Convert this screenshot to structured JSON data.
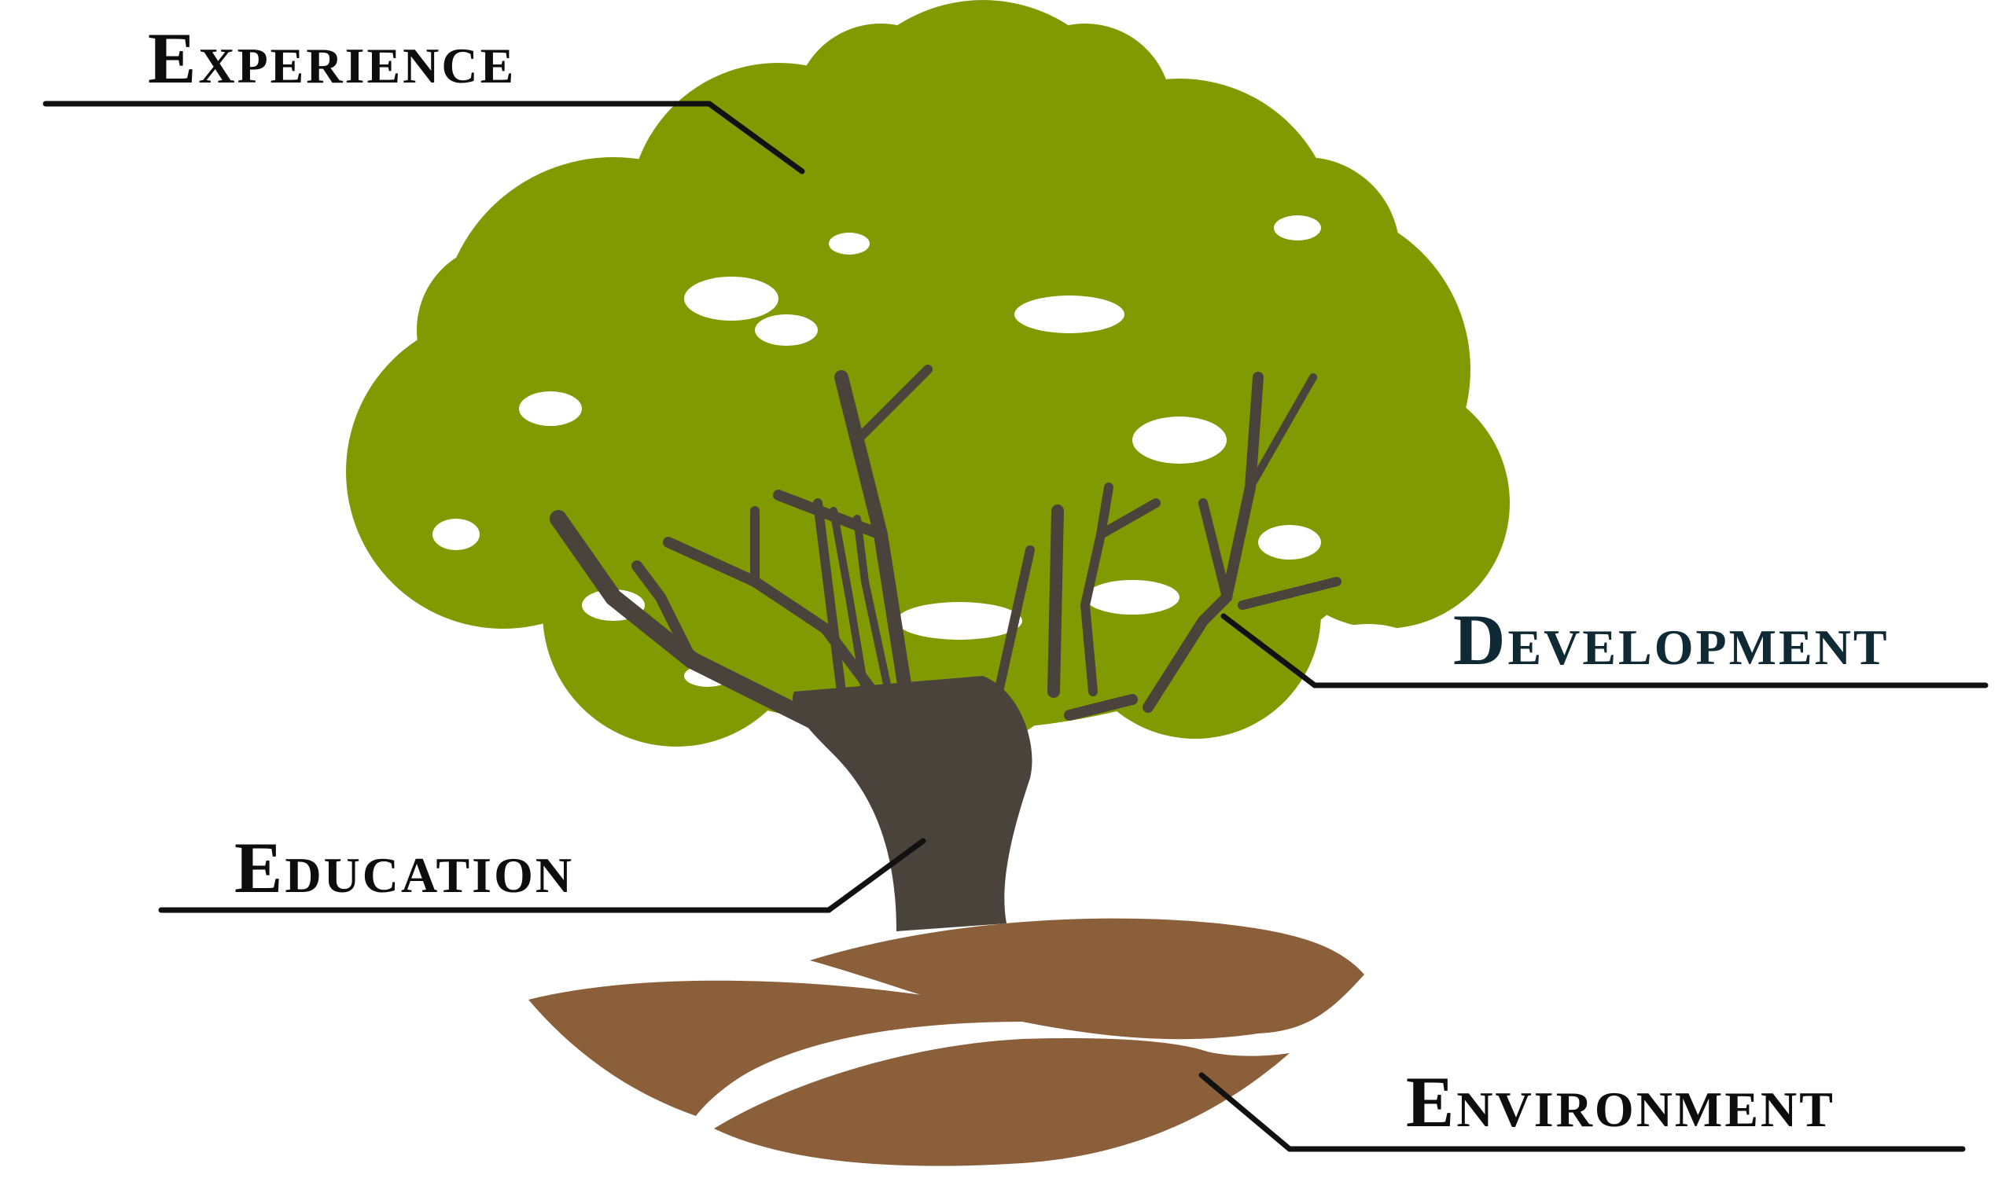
{
  "labels": {
    "experience": "Experience",
    "development": "Development",
    "education": "Education",
    "environment": "Environment"
  },
  "colors": {
    "foliage": "#829a02",
    "trunk": "#4a433c",
    "soil": "#8a5f3a",
    "leader_line": "#111111",
    "development_text": "#0f2a35",
    "label_text": "#0d0d0d"
  }
}
